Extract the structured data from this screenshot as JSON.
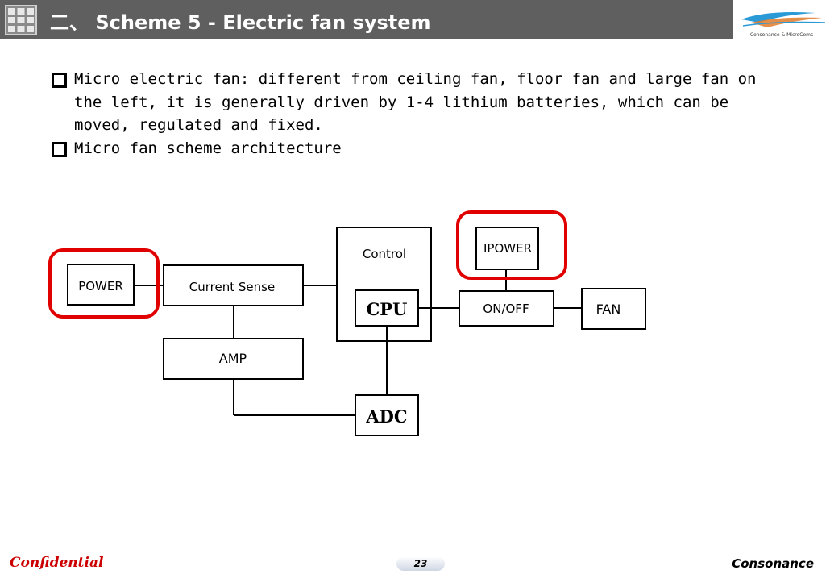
{
  "header": {
    "title": "二、 Scheme 5 - Electric fan system",
    "logo_text": "Consonance & MicroComs"
  },
  "bullets": [
    {
      "text": "Micro electric fan: different from ceiling fan, floor fan and large fan on the left, it is generally driven by 1-4 lithium batteries, which can be moved, regulated and fixed."
    },
    {
      "text": "Micro fan scheme architecture"
    }
  ],
  "diagram": {
    "power_left": "POWER",
    "current_sense": "Current Sense",
    "amp": "AMP",
    "control": "Control",
    "cpu": "CPU",
    "adc": "ADC",
    "power_right": "IPOWER",
    "on_off": "ON/OFF",
    "fan": "FAN",
    "highlight_color": "#e00000"
  },
  "footer": {
    "confidential": "Confidential",
    "page_number": "23",
    "brand": "Consonance"
  }
}
